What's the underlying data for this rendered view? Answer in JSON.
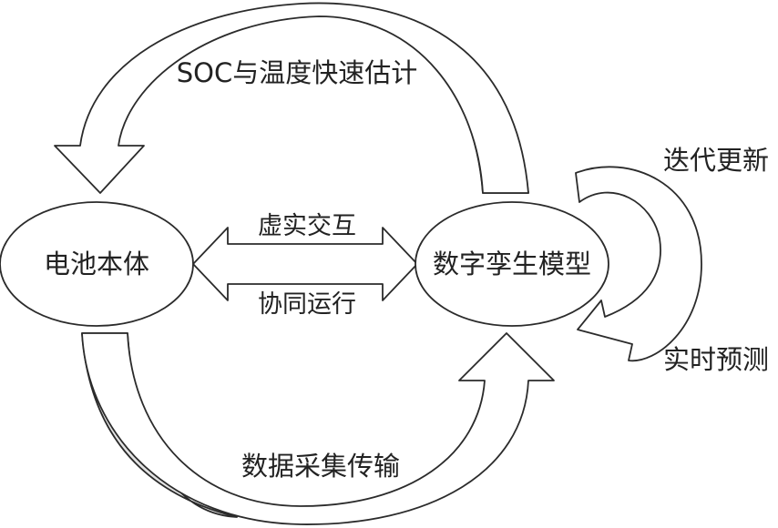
{
  "nodes": {
    "battery": {
      "label": "电池本体"
    },
    "digital_twin": {
      "label": "数字孪生模型"
    }
  },
  "edges": {
    "top_arc": {
      "label": "SOC与温度快速估计"
    },
    "bottom_arc": {
      "label": "数据采集传输"
    },
    "middle_top": {
      "label": "虚实交互"
    },
    "middle_bottom": {
      "label": "协同运行"
    },
    "self_loop_top": {
      "label": "迭代更新"
    },
    "self_loop_bottom": {
      "label": "实时预测"
    }
  },
  "colors": {
    "stroke": "#2b2b2b",
    "fill": "#ffffff",
    "arrow_shade": "#e3e3e3",
    "text": "#222222"
  }
}
